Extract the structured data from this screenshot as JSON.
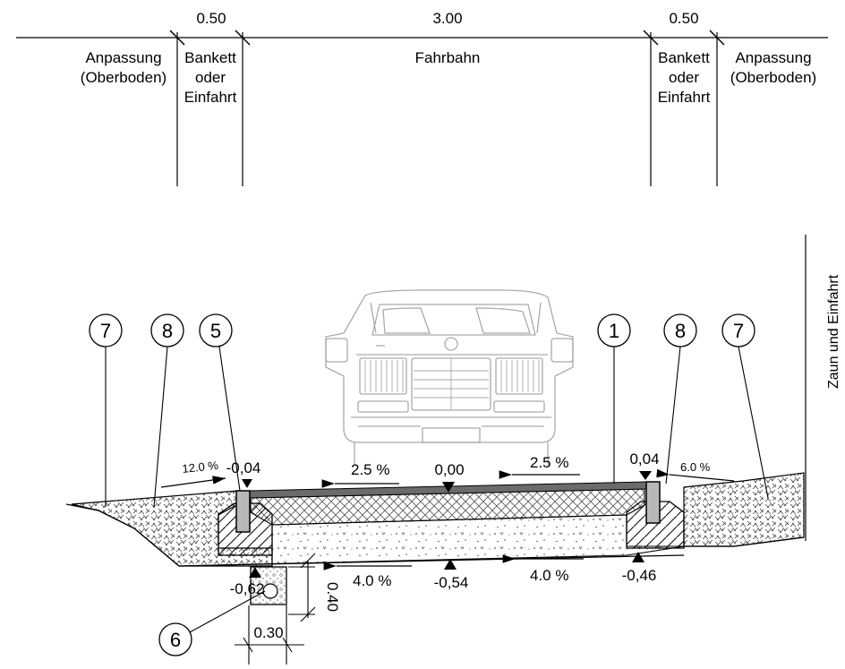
{
  "header": {
    "dims": [
      "0.50",
      "3.00",
      "0.50"
    ],
    "zones": {
      "anpassung_left": [
        "Anpassung",
        "(Oberboden)"
      ],
      "bankett_left": [
        "Bankett",
        "oder",
        "Einfahrt"
      ],
      "fahrbahn": "Fahrbahn",
      "bankett_right": [
        "Bankett",
        "oder",
        "Einfahrt"
      ],
      "anpassung_right": [
        "Anpassung",
        "(Oberboden)"
      ]
    }
  },
  "side_label": "Zaun und Einfahrt",
  "callouts": [
    "7",
    "8",
    "5",
    "1",
    "8",
    "7",
    "6"
  ],
  "slopes": {
    "left_embankment": "12.0 %",
    "right_embankment": "6.0 %",
    "road_left": "2.5 %",
    "road_right": "2.5 %",
    "base_left": "4.0 %",
    "base_right": "4.0 %"
  },
  "elevations": {
    "left_edge": "-0,04",
    "center": "0,00",
    "right_edge": "0,04",
    "base_center": "-0,54",
    "base_right": "-0,46",
    "drain": "-0,62"
  },
  "drain_dims": {
    "height": "0.40",
    "width": "0.30"
  }
}
